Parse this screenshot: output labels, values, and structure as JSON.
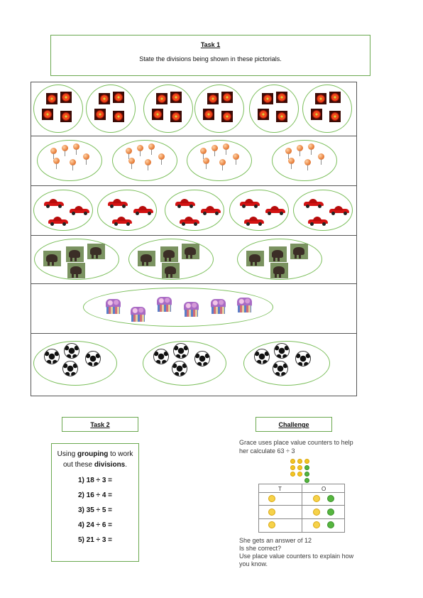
{
  "task1": {
    "title": "Task 1",
    "instruction": "State the divisions being shown in these pictorials."
  },
  "task2": {
    "title": "Task 2",
    "intro_before": "Using ",
    "intro_bold1": "grouping",
    "intro_middle": " to work out these ",
    "intro_bold2": "divisions",
    "intro_after": ".",
    "questions": [
      "1) 18 ÷ 3 =",
      "2) 16 ÷ 4 =",
      "3) 35 ÷ 5 =",
      "4) 24 ÷ 6 =",
      "5) 21 ÷ 3 ="
    ]
  },
  "challenge": {
    "title": "Challenge",
    "line1": "Grace uses place value counters to help",
    "line2": "her calculate 63 ÷ 3",
    "col_tens": "T",
    "col_ones": "O",
    "line3": "She gets an answer of 12",
    "line4": "Is she correct?",
    "line5": "Use place value counters to explain how",
    "line6": "you know."
  },
  "colors": {
    "box_border": "#6aa84f",
    "oval_border": "#7cbf5c",
    "tens_counter": "#f3c521",
    "ones_counter": "#53b53d"
  }
}
